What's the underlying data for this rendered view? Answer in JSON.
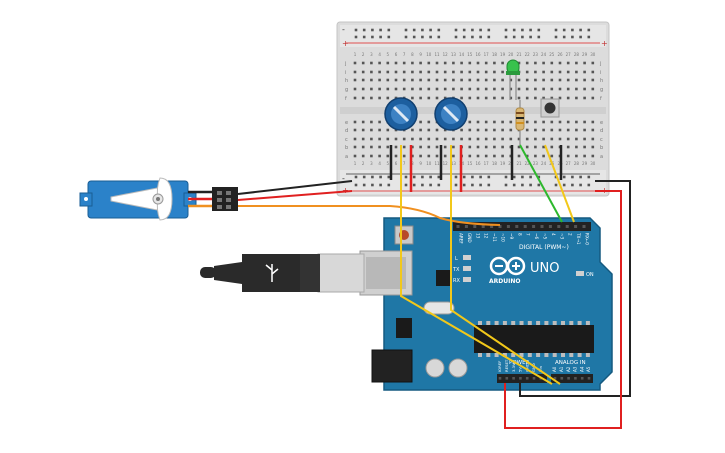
{
  "breadboard": {
    "columns_top": [
      "1",
      "2",
      "3",
      "4",
      "5",
      "6",
      "7",
      "8",
      "9",
      "10",
      "11",
      "12",
      "13",
      "14",
      "15",
      "16",
      "17",
      "18",
      "19",
      "20",
      "21",
      "22",
      "23",
      "24",
      "25",
      "26",
      "27",
      "28",
      "29",
      "30"
    ],
    "rows_top": [
      "j",
      "i",
      "h",
      "g",
      "f"
    ],
    "rows_bottom": [
      "e",
      "d",
      "c",
      "b",
      "a"
    ],
    "rail_plus": "+",
    "rail_minus": "-"
  },
  "arduino": {
    "brand": "ARDUINO",
    "model": "UNO",
    "digital_label": "DIGITAL (PWM~)",
    "power_label": "POWER",
    "analog_label": "ANALOG IN",
    "on_label": "ON",
    "tx_label": "TX",
    "rx_label": "RX",
    "l_label": "L",
    "digital_pins": [
      "AREF",
      "GND",
      "13",
      "12",
      "~11",
      "~10",
      "~9",
      "8",
      "7",
      "~6",
      "~5",
      "4",
      "~3",
      "2",
      "TX→1",
      "RX←0"
    ],
    "power_pins": [
      "IOREF",
      "RESET",
      "3.3V",
      "5V",
      "GND",
      "GND",
      "Vin"
    ],
    "analog_pins": [
      "A0",
      "A1",
      "A2",
      "A3",
      "A4",
      "A5"
    ]
  },
  "colors": {
    "wire_black": "#222222",
    "wire_red": "#e02020",
    "wire_orange": "#f09020",
    "wire_yellow": "#f2c81a",
    "wire_green": "#2db82d",
    "board_blue": "#1b75a3",
    "servo_blue": "#2a86c9",
    "led_green": "#2fb84a",
    "pot_blue": "#2167a8"
  }
}
